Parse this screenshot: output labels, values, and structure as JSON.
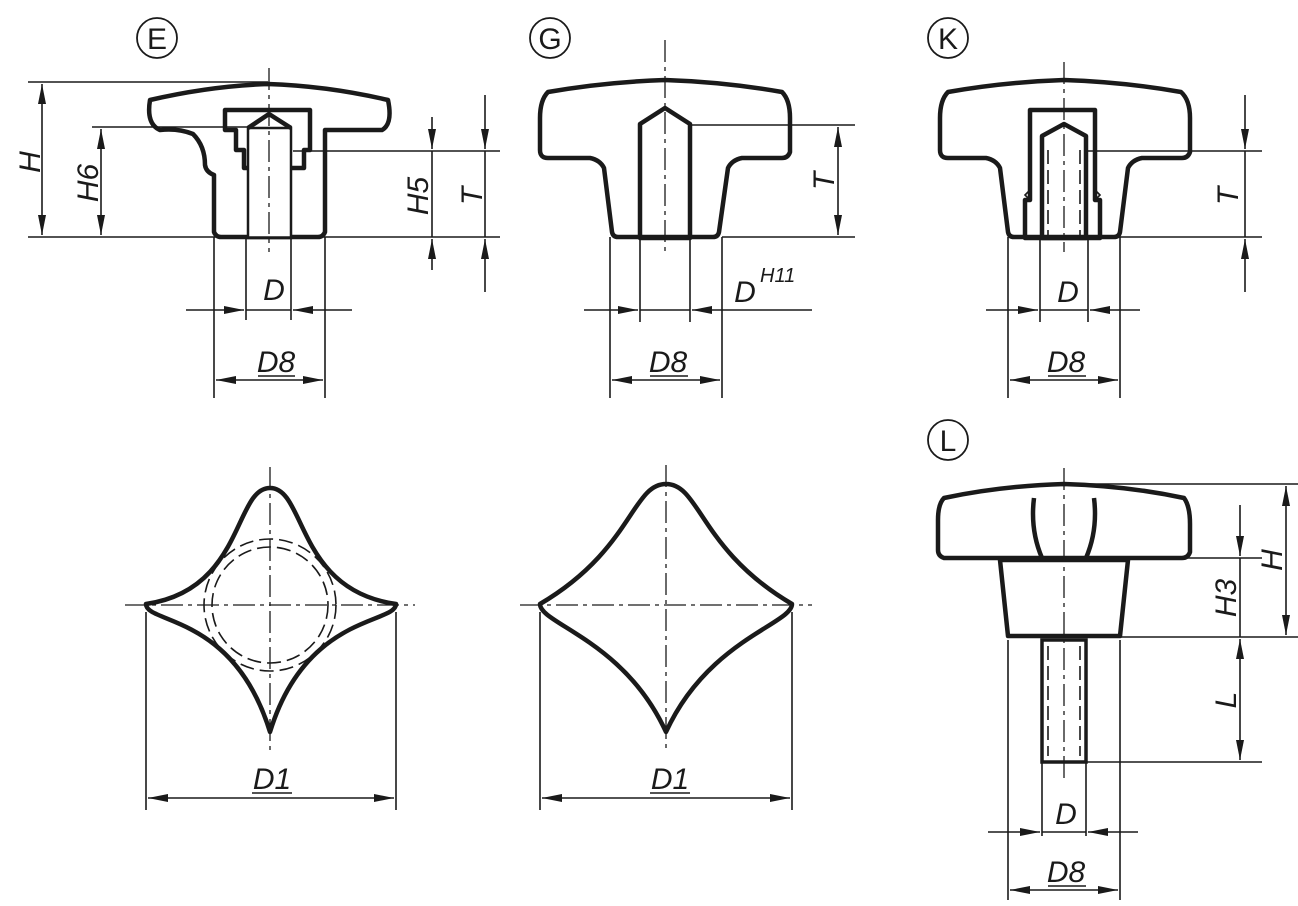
{
  "views": {
    "E": {
      "badge": "E",
      "labels": {
        "H": "H",
        "H6": "H6",
        "H5": "H5",
        "T": "T",
        "D": "D",
        "D8": "D8",
        "D1": "D1"
      }
    },
    "G": {
      "badge": "G",
      "labels": {
        "T": "T",
        "D": "D",
        "D_sup": "H11",
        "D8": "D8",
        "D1": "D1"
      }
    },
    "K": {
      "badge": "K",
      "labels": {
        "T": "T",
        "D": "D",
        "D8": "D8"
      }
    },
    "L": {
      "badge": "L",
      "labels": {
        "H": "H",
        "H3": "H3",
        "L": "L",
        "D": "D",
        "D8": "D8"
      }
    }
  }
}
